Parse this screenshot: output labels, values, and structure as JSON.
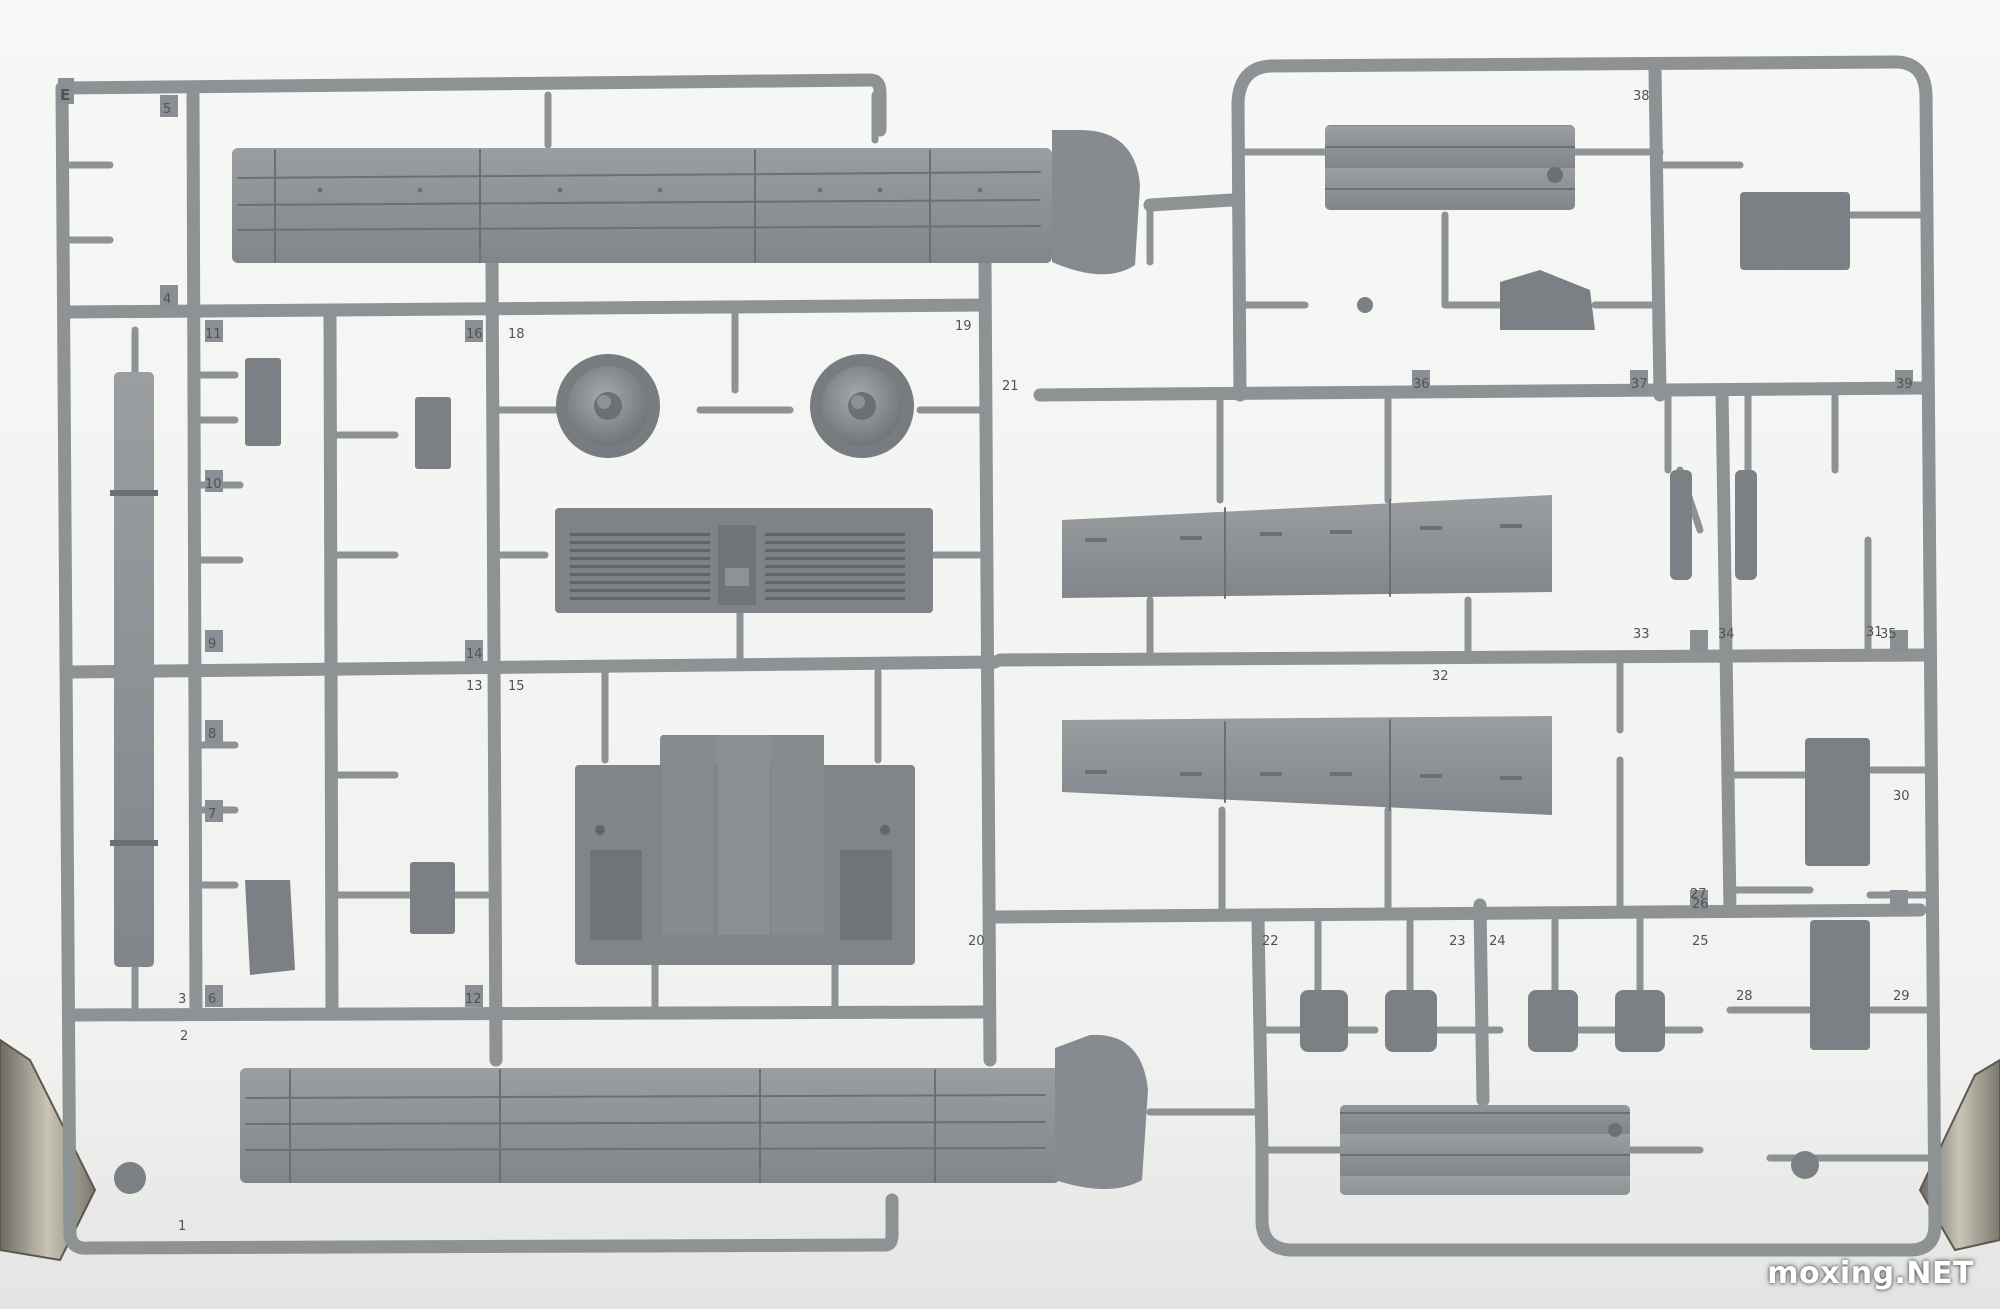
{
  "photo": {
    "sprue_letter": "E",
    "part_numbers_left": [
      "5",
      "4",
      "11",
      "10",
      "9",
      "8",
      "7",
      "6",
      "3",
      "2",
      "1",
      "12",
      "13",
      "14",
      "15",
      "16",
      "18",
      "19",
      "20",
      "21"
    ],
    "part_numbers_right": [
      "22",
      "23",
      "24",
      "25",
      "26",
      "27",
      "28",
      "29",
      "30",
      "31",
      "32",
      "33",
      "34",
      "35",
      "36",
      "37",
      "38",
      "39"
    ]
  },
  "watermark": {
    "text": "moxing.NET"
  },
  "colors": {
    "background": "#f2f2f0",
    "plastic": "#8d9294",
    "plastic_dark": "#6f7477",
    "plastic_light": "#a9adaf",
    "metal": "#b9b4a8"
  }
}
